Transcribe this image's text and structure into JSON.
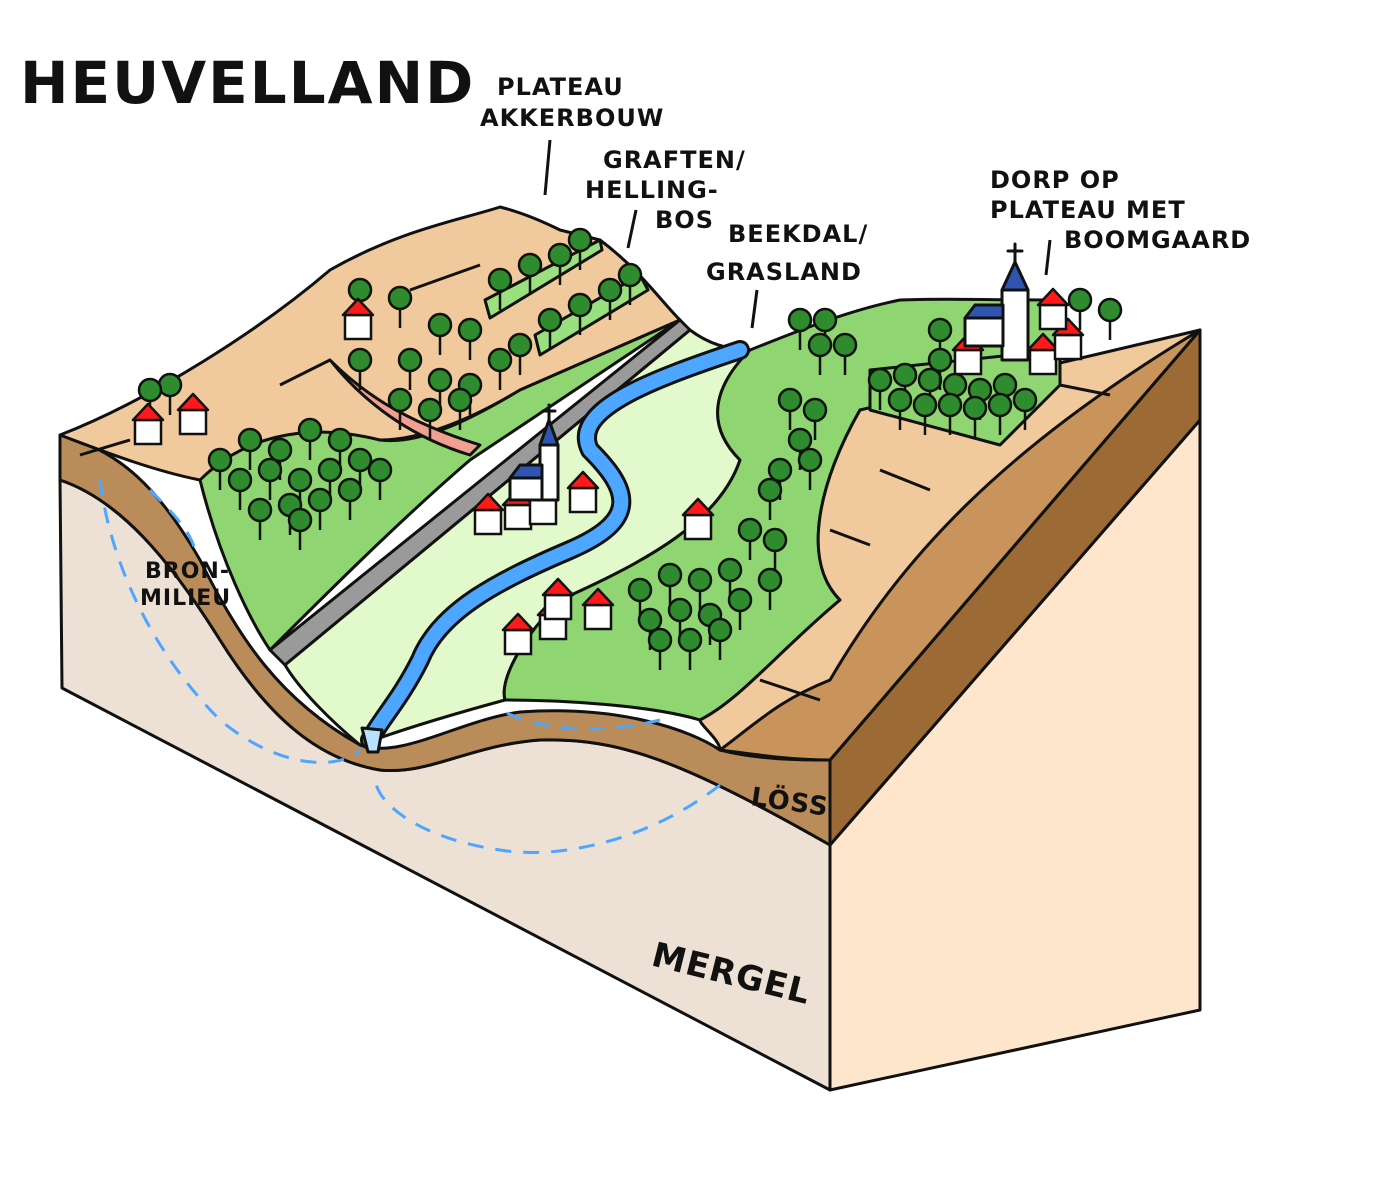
{
  "title": "HEUVELLAND",
  "labels": {
    "plateau_akkerbouw": [
      "PLATEAU",
      "AKKERBOUW"
    ],
    "graften_hellingbos": [
      "GRAFTEN/",
      "HELLING-",
      "BOS"
    ],
    "beekdal_grasland": [
      "BEEKDAL/",
      "GRASLAND"
    ],
    "dorp_op_plateau": [
      "DORP OP",
      "PLATEAU MET",
      "BOOMGAARD"
    ],
    "bronmilieu": [
      "BRON-",
      "MILIEU"
    ],
    "loss": "LÖSS",
    "mergel": "MERGEL"
  },
  "colors": {
    "plateau": "#f0c99c",
    "grass": "#8fd672",
    "valley": "#e2f9cc",
    "river": "#4da6ff",
    "road": "#9a9a9a",
    "loss": "#b98c5a",
    "mergel": "#ede0d4",
    "right_top": "#9c6a35",
    "right_bottom": "#fde6cc",
    "tree": "#2e8b2e",
    "roof": "#ff1a1a",
    "church_roof": "#2f55b0"
  }
}
